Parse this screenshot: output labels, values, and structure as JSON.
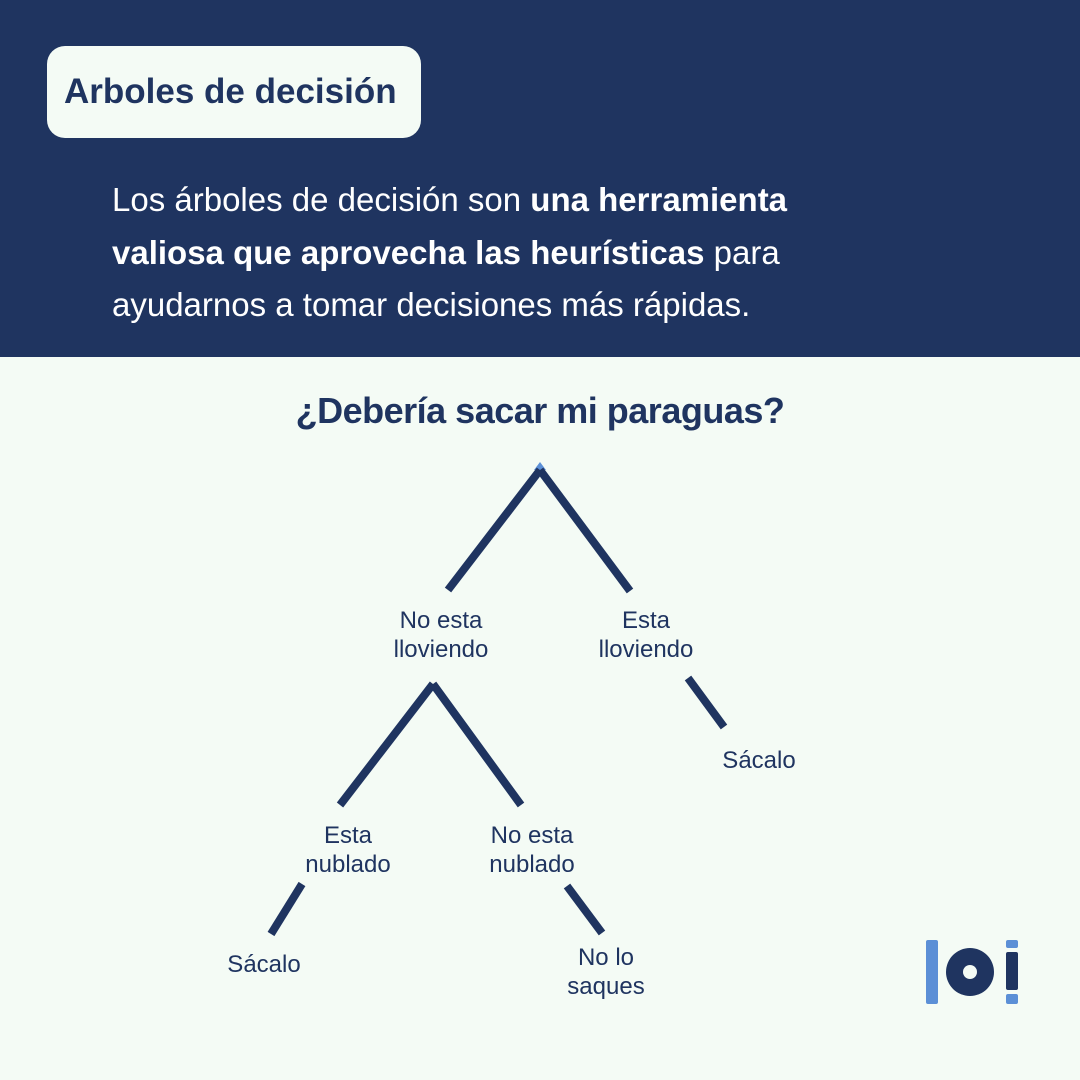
{
  "header": {
    "title": "Arboles de decisión",
    "intro": {
      "line1_regular": "Los árboles de decisión son ",
      "line1_bold": "una herramienta",
      "line2_bold": "valiosa que aprovecha las heurísticas",
      "line2_regular": " para",
      "line3_regular": "ayudarnos a tomar decisiones más rápidas."
    }
  },
  "diagram": {
    "question": "¿Debería sacar mi paraguas?",
    "nodes": {
      "no_llueve": [
        "No esta",
        "lloviendo"
      ],
      "llueve": [
        "Esta",
        "lloviendo"
      ],
      "llueve_sacalo": [
        "Sácalo"
      ],
      "nublado": [
        "Esta",
        "nublado"
      ],
      "no_nublado": [
        "No esta",
        "nublado"
      ],
      "nublado_sacalo": [
        "Sácalo"
      ],
      "no_nublado_no_saques": [
        "No lo",
        "saques"
      ]
    }
  },
  "colors": {
    "navy": "#1f3460",
    "background": "#f4fbf5",
    "accent_blue": "#5b8fd6"
  },
  "logo": {
    "name": "logo-icon"
  }
}
